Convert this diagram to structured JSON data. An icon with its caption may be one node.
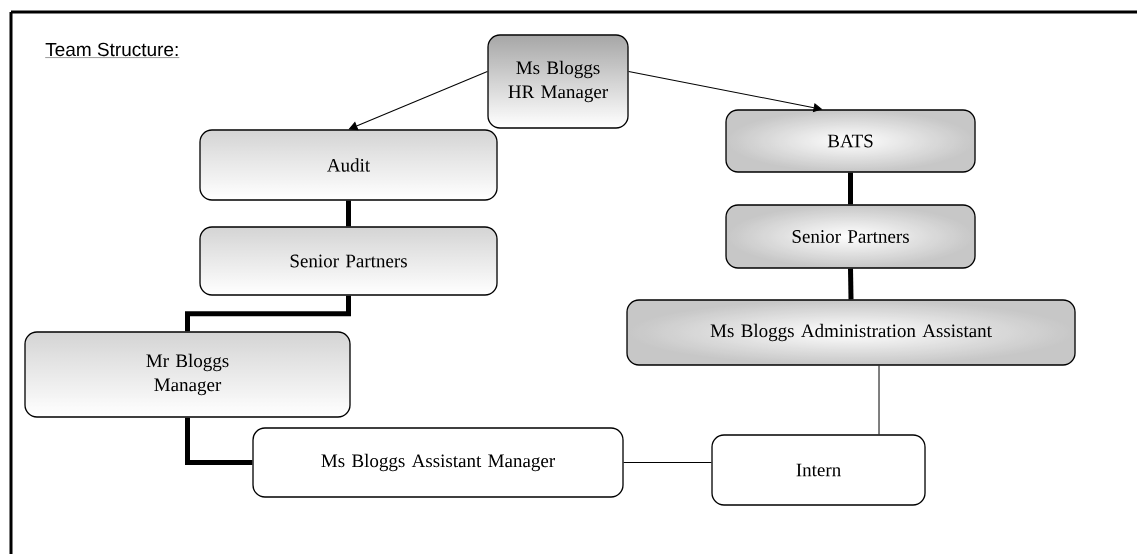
{
  "diagram": {
    "title": "Team Structure:",
    "nodes": [
      {
        "text": [
          "Ms Bloggs HR Manager"
        ]
      },
      {
        "text": [
          "Audit"
        ]
      },
      {
        "text": [
          "BATS"
        ]
      },
      {
        "text": [
          "Senior Partners"
        ]
      },
      {
        "text": [
          "Senior Partners"
        ]
      },
      {
        "text": [
          "Mr Bloggs Manager"
        ]
      },
      {
        "text": [
          "Ms Bloggs Administration Assistant"
        ]
      },
      {
        "text": [
          "Ms Bloggs Assistant Manager"
        ]
      },
      {
        "text": [
          "Intern"
        ]
      }
    ],
    "edges": [
      {
        "from": 0,
        "to": 1,
        "arrow": "to"
      },
      {
        "from": 0,
        "to": 2,
        "arrow": "to"
      },
      {
        "from": 1,
        "to": 3,
        "arrow": "none"
      },
      {
        "from": 2,
        "to": 4,
        "arrow": "none"
      },
      {
        "from": 3,
        "to": 5,
        "arrow": "none"
      },
      {
        "from": 4,
        "to": 6,
        "arrow": "none"
      },
      {
        "from": 5,
        "to": 7,
        "arrow": "none"
      },
      {
        "from": 7,
        "to": 8,
        "arrow": "none"
      },
      {
        "from": 6,
        "to": 8,
        "arrow": "none"
      }
    ]
  }
}
